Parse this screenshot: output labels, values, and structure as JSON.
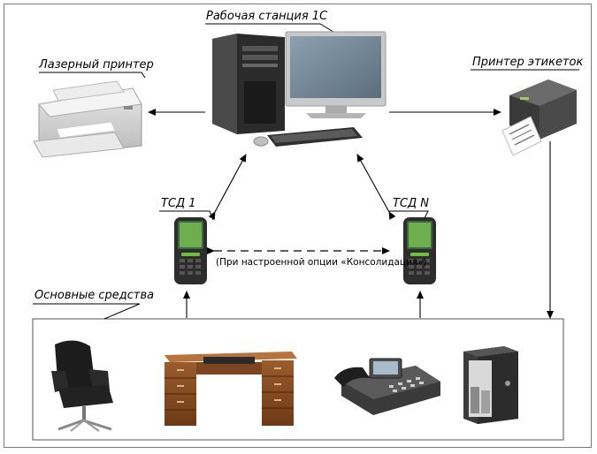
{
  "labels": {
    "workstation": "Рабочая станция 1С",
    "laser_printer": "Лазерный принтер",
    "label_printer": "Принтер этикеток",
    "tsd_1": "ТСД 1",
    "tsd_n": "ТСД N",
    "assets": "Основные средства",
    "consolidation_note": "(При настроенной опции «Консолидация»)"
  },
  "icons": {
    "workstation": "desktop-computer-icon",
    "laser_printer": "laser-printer-icon",
    "label_printer": "label-printer-icon",
    "tsd": "handheld-scanner-icon",
    "assets": [
      "office-chair-icon",
      "office-desk-icon",
      "desk-phone-icon",
      "safe-icon"
    ]
  }
}
